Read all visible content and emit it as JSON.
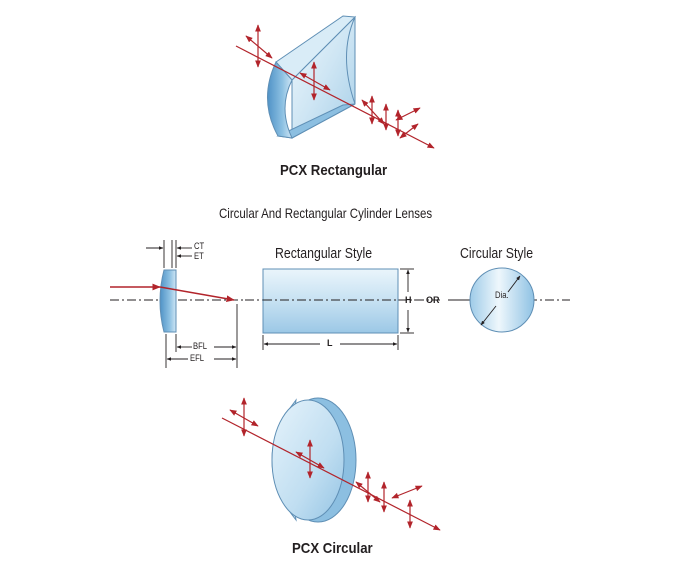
{
  "labels": {
    "pcx_rectangular": "PCX Rectangular",
    "main_title": "Circular And Rectangular Cylinder Lenses",
    "rectangular_style": "Rectangular Style",
    "circular_style": "Circular Style",
    "ct": "CT",
    "et": "ET",
    "bfl": "BFL",
    "efl": "EFL",
    "h": "H",
    "l": "L",
    "or": "OR",
    "dia": "Dia.",
    "pcx_circular": "PCX Circular"
  },
  "colors": {
    "arrow_red": "#b2242b",
    "lens_light": "#dbeef8",
    "lens_mid": "#a9d1ea",
    "lens_dark": "#6aa8d4",
    "ink": "#231f20"
  }
}
